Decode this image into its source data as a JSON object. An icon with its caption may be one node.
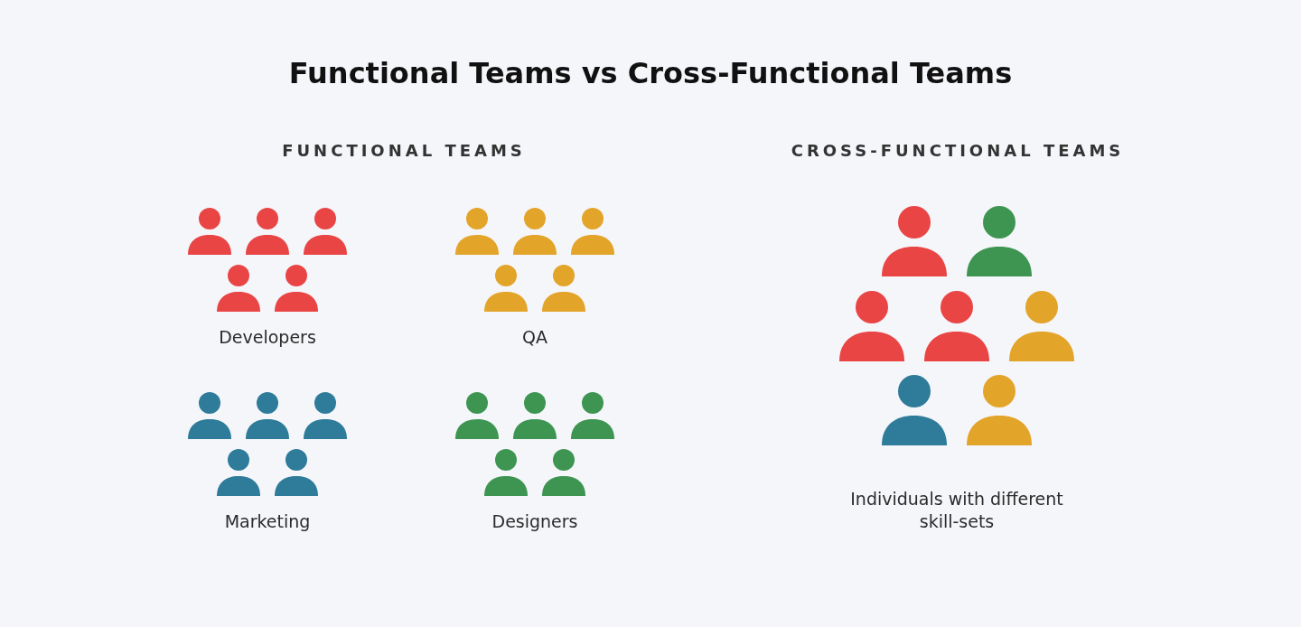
{
  "diagram": {
    "title": "Functional Teams vs Cross-Functional Teams",
    "labels": [
      "FUNCTIONAL TEAMS",
      "CROSS-FUNCTIONAL TEAMS",
      "Developers",
      "QA",
      "Marketing",
      "Designers",
      "Individuals with different skill-sets"
    ]
  }
}
